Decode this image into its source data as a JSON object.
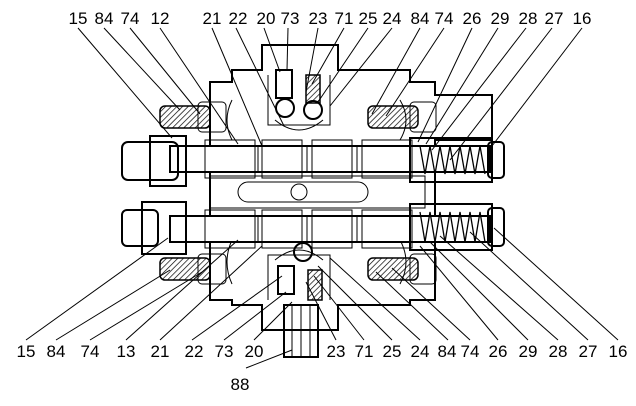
{
  "diagram": {
    "top_labels": [
      "15",
      "84",
      "74",
      "12",
      "21",
      "22",
      "20",
      "73",
      "23",
      "71",
      "25",
      "24",
      "84",
      "74",
      "26",
      "29",
      "28",
      "27",
      "16"
    ],
    "bottom_labels": [
      "15",
      "84",
      "74",
      "13",
      "21",
      "22",
      "73",
      "20",
      "23",
      "71",
      "25",
      "24",
      "84",
      "74",
      "26",
      "29",
      "28",
      "27",
      "16"
    ],
    "extra_labels": [
      "88"
    ]
  }
}
